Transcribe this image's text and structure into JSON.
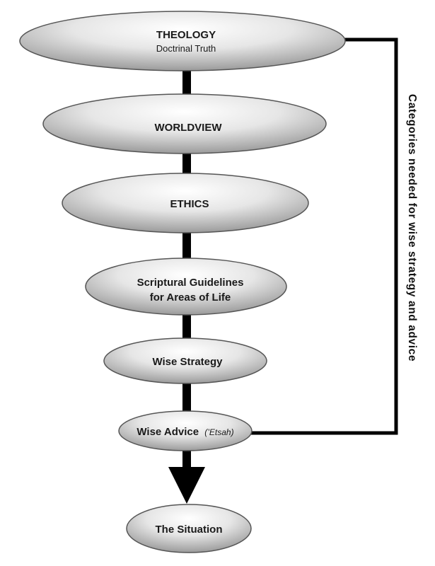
{
  "diagram": {
    "nodes": [
      {
        "id": "theology",
        "title": "THEOLOGY",
        "subtitle": "Doctrinal Truth"
      },
      {
        "id": "worldview",
        "title": "WORLDVIEW"
      },
      {
        "id": "ethics",
        "title": "ETHICS"
      },
      {
        "id": "guidelines",
        "title_line1": "Scriptural Guidelines",
        "title_line2": "for Areas of Life"
      },
      {
        "id": "strategy",
        "title": "Wise Strategy"
      },
      {
        "id": "advice",
        "title": "Wise Advice",
        "title_italic": "(’Etsah)"
      },
      {
        "id": "situation",
        "title": "The Situation"
      }
    ],
    "side_label": "Categories needed for wise strategy and advice"
  }
}
